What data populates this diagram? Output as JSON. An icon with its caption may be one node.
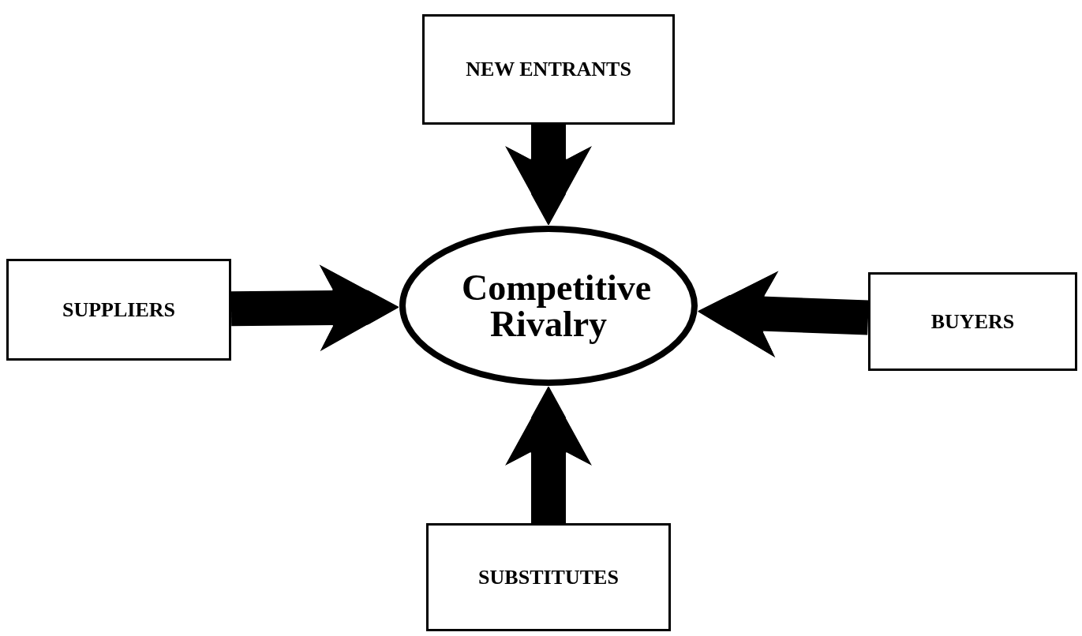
{
  "diagram": {
    "nodes": [
      {
        "text": [
          "NEW ENTRANTS"
        ]
      },
      {
        "text": [
          "SUPPLIERS"
        ]
      },
      {
        "text": [
          "Competitive Rivalry"
        ]
      },
      {
        "text": [
          "BUYERS"
        ]
      },
      {
        "text": [
          "SUBSTITUTES"
        ]
      }
    ],
    "edges": [
      {
        "from": 0,
        "to": 2,
        "arrow": "to"
      },
      {
        "from": 1,
        "to": 2,
        "arrow": "to"
      },
      {
        "from": 3,
        "to": 2,
        "arrow": "to"
      },
      {
        "from": 4,
        "to": 2,
        "arrow": "to"
      }
    ]
  }
}
